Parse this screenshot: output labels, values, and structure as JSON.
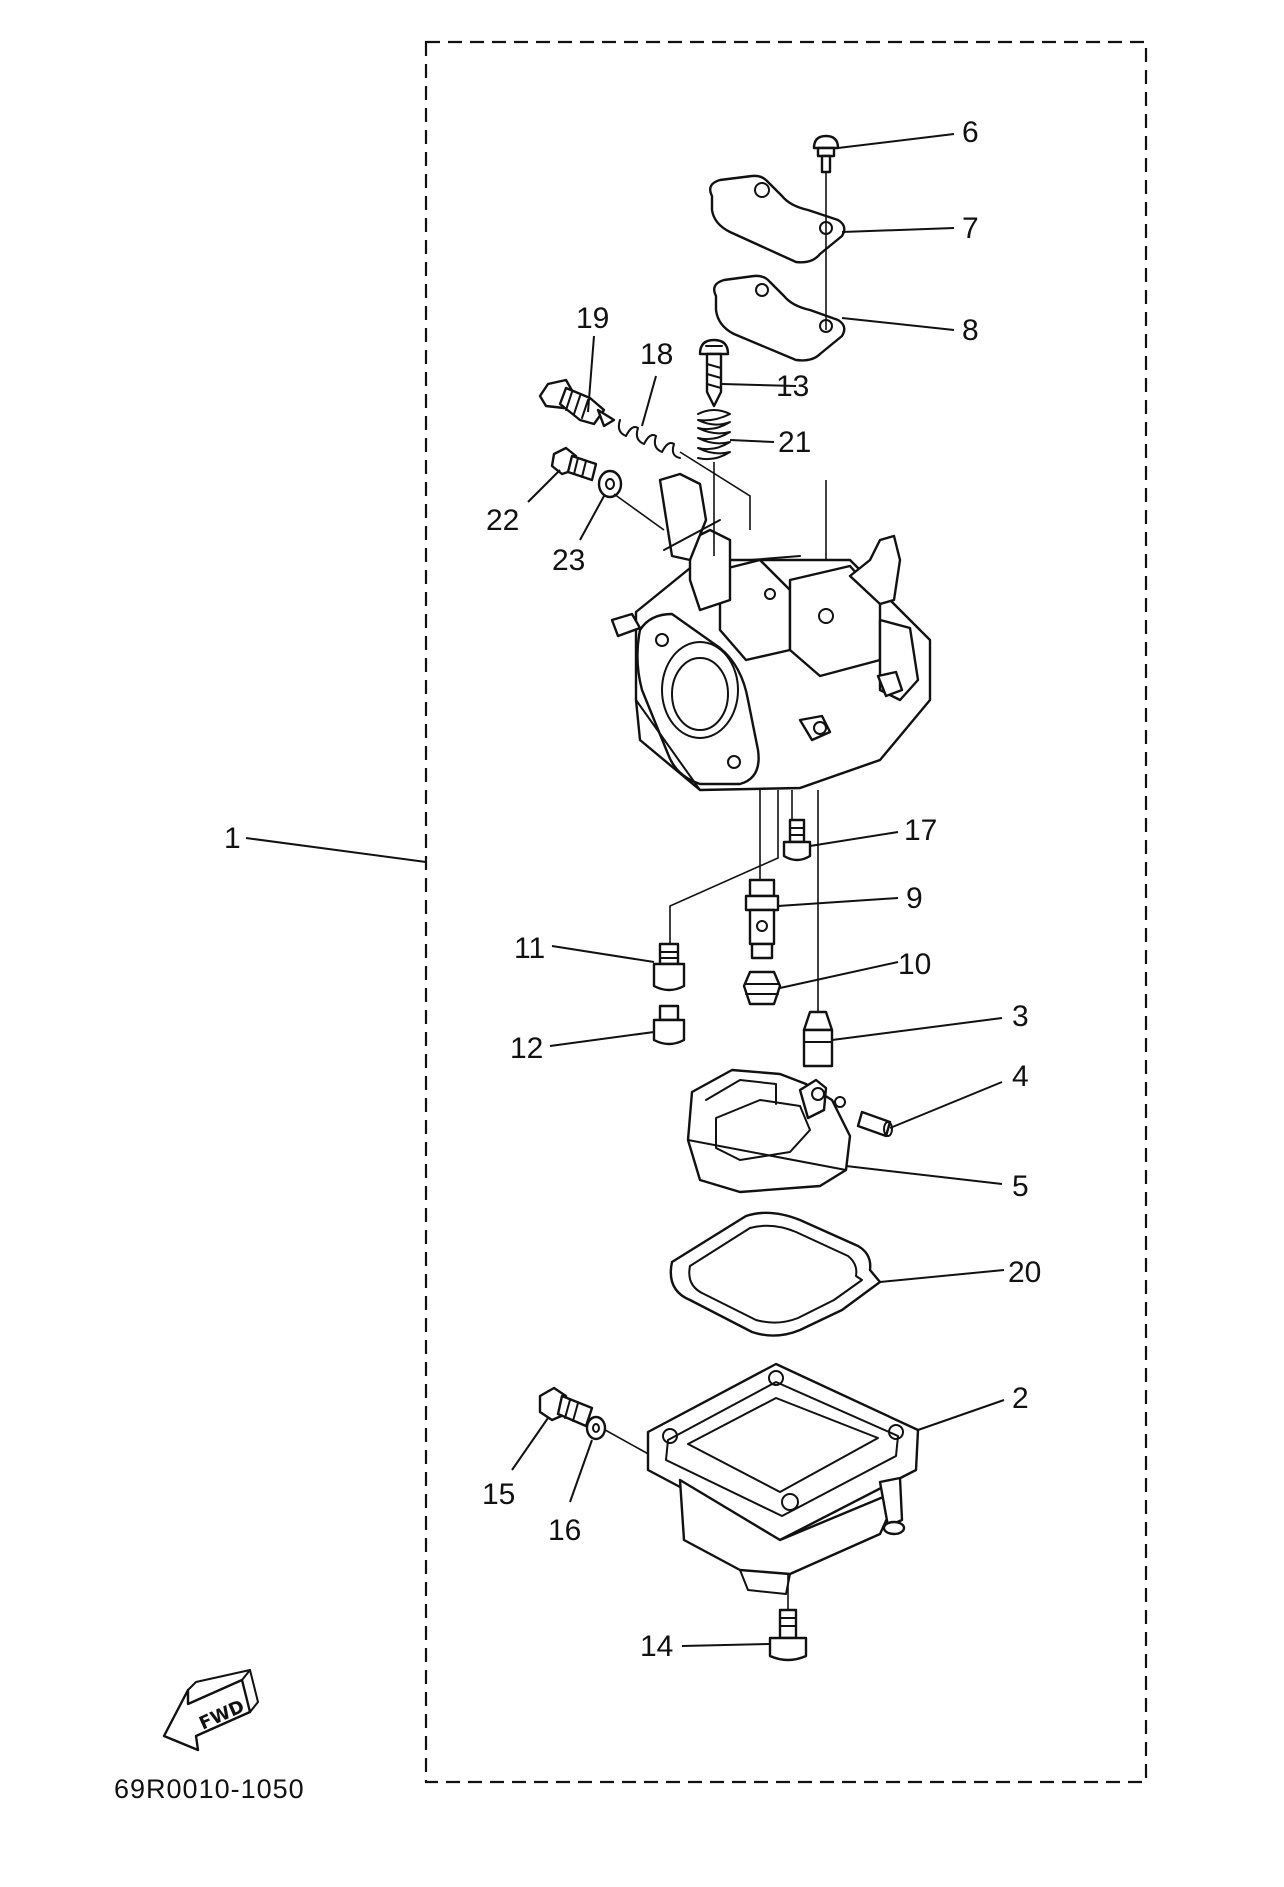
{
  "diagram": {
    "frame_style": "dashed",
    "callouts": {
      "c1": "1",
      "c2": "2",
      "c3": "3",
      "c4": "4",
      "c5": "5",
      "c6": "6",
      "c7": "7",
      "c8": "8",
      "c9": "9",
      "c10": "10",
      "c11": "11",
      "c12": "12",
      "c13": "13",
      "c14": "14",
      "c15": "15",
      "c16": "16",
      "c17": "17",
      "c18": "18",
      "c19": "19",
      "c20": "20",
      "c21": "21",
      "c22": "22",
      "c23": "23"
    },
    "fwd_label": "FWD",
    "drawing_code": "69R0010-1050"
  }
}
